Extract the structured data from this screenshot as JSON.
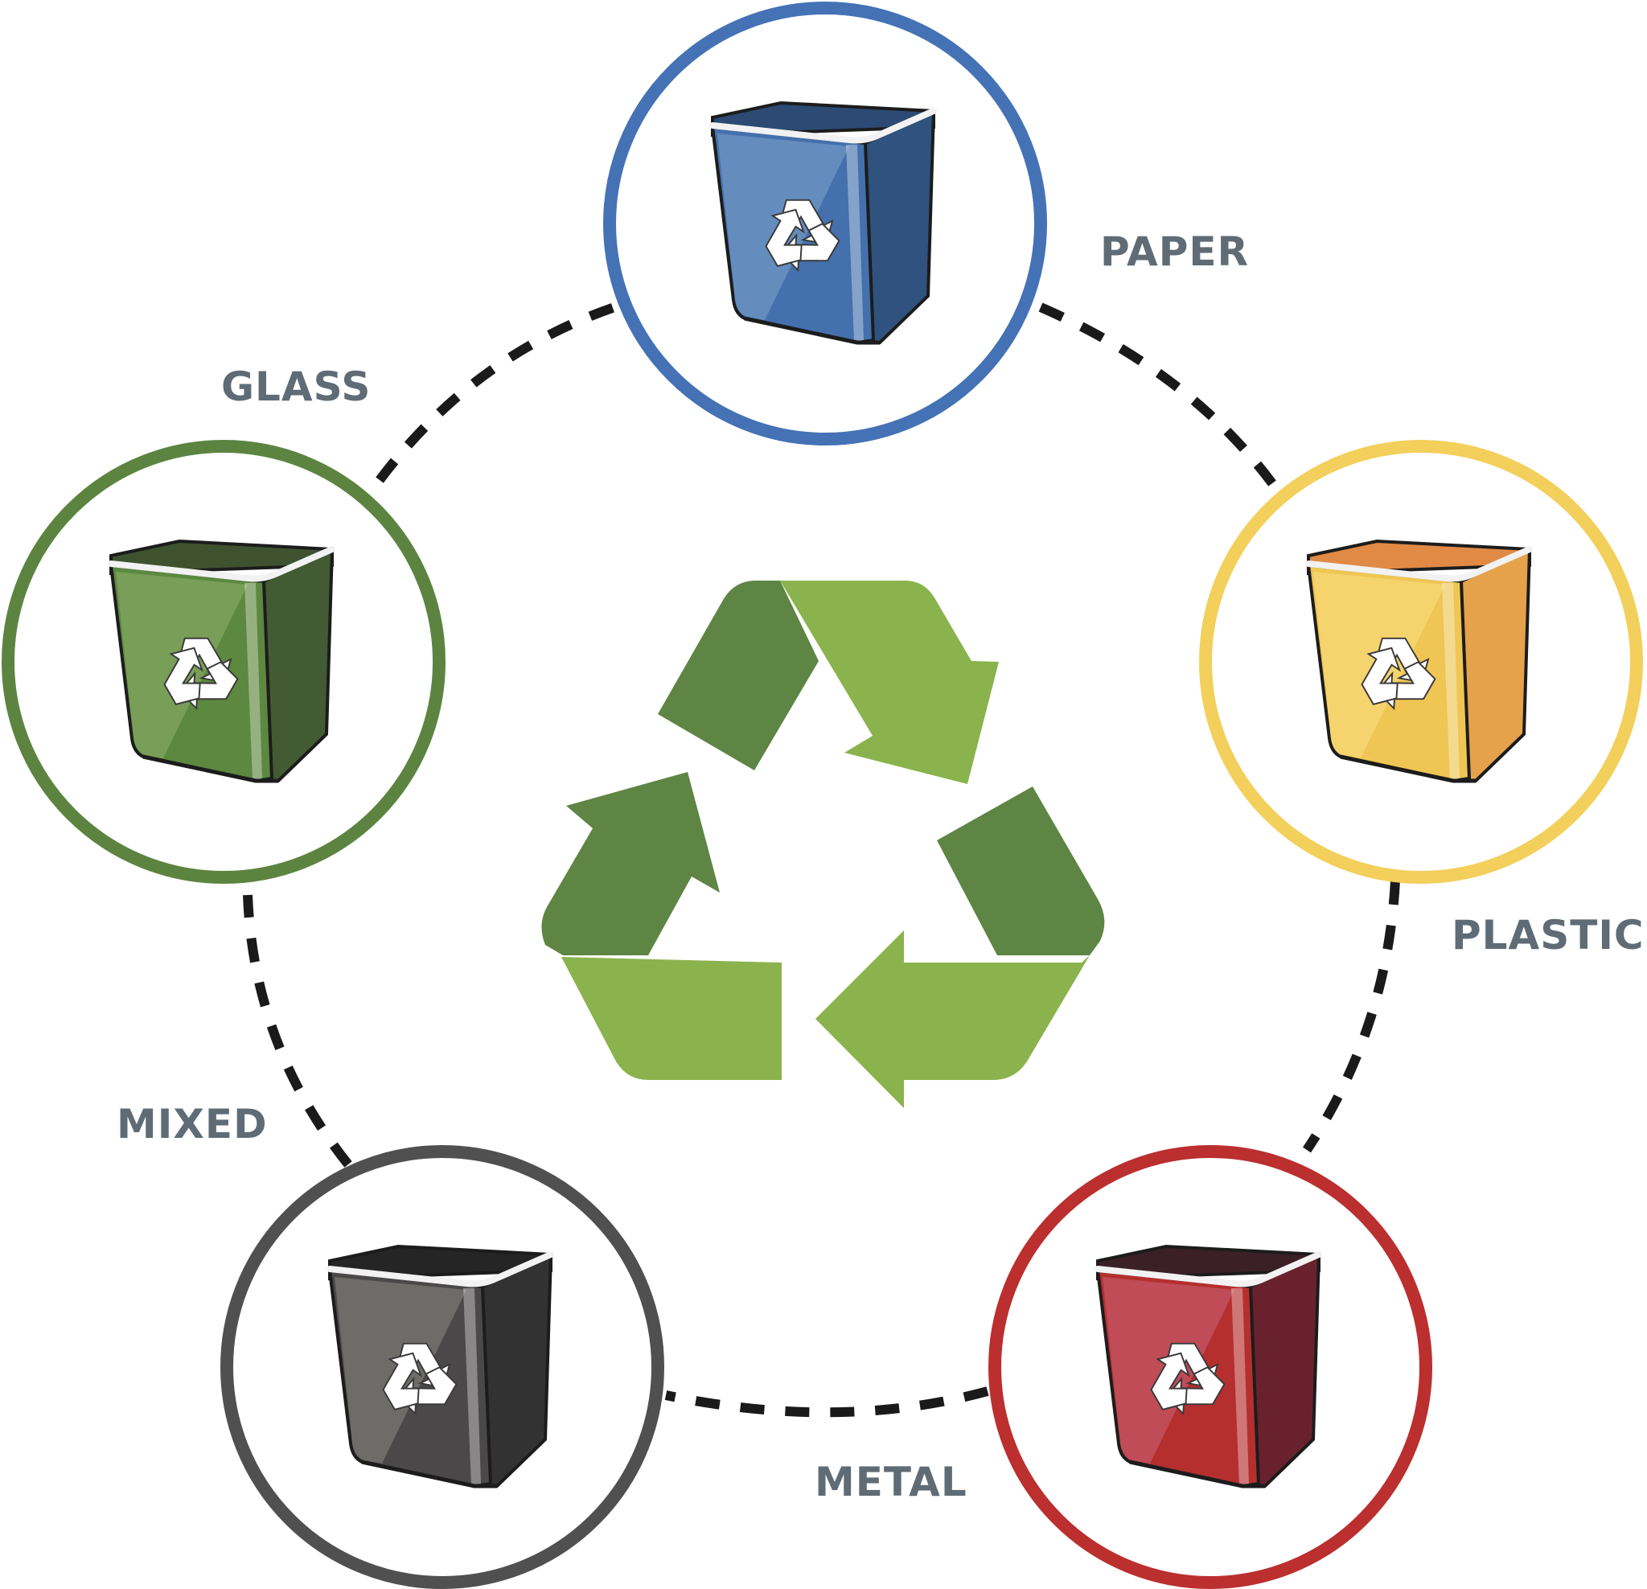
{
  "center_symbol": {
    "name": "recycling-symbol",
    "colors": {
      "dark": "#5e8543",
      "light": "#8ab34d"
    }
  },
  "bins": [
    {
      "id": "paper",
      "label": "PAPER",
      "ring": "#4472b5",
      "light": "#6890bf",
      "mid": "#4470ad",
      "dark": "#2f527f",
      "rim": "#2c4a73"
    },
    {
      "id": "plastic",
      "label": "PLASTIC",
      "ring": "#f3cf5b",
      "light": "#f5d570",
      "mid": "#efc654",
      "dark": "#e5a24b",
      "rim": "#e08a46"
    },
    {
      "id": "metal",
      "label": "METAL",
      "ring": "#bb2f2f",
      "light": "#c0505c",
      "mid": "#b52f2f",
      "dark": "#69222d",
      "rim": "#3b2028"
    },
    {
      "id": "mixed",
      "label": "MIXED",
      "ring": "#505050",
      "light": "#72706d",
      "mid": "#4a4848",
      "dark": "#333232",
      "rim": "#252525"
    },
    {
      "id": "glass",
      "label": "GLASS",
      "ring": "#5c8440",
      "light": "#7ca15a",
      "mid": "#5c8840",
      "dark": "#425b32",
      "rim": "#3e5230"
    }
  ],
  "connector_style": "dashed"
}
